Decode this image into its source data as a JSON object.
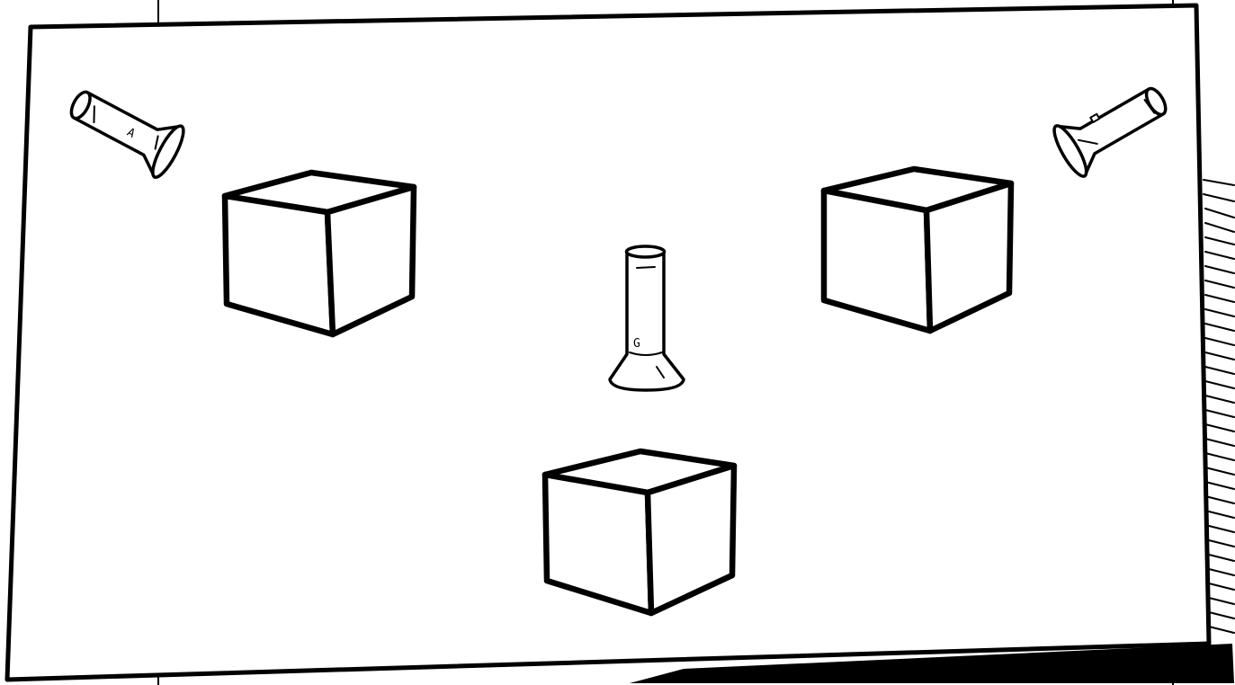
{
  "scene": {
    "style": "hand-drawn ink sketch",
    "background_color": "#ffffff",
    "ink_color": "#000000",
    "objects": [
      {
        "kind": "flashlight",
        "letter": "A",
        "icon": "flashlight-icon"
      },
      {
        "kind": "flashlight",
        "letter": "",
        "icon": "flashlight-icon"
      },
      {
        "kind": "flashlight",
        "letter": "G",
        "icon": "flashlight-icon"
      },
      {
        "kind": "cube",
        "icon": "cube-icon"
      },
      {
        "kind": "cube",
        "icon": "cube-icon"
      },
      {
        "kind": "cube",
        "icon": "cube-icon"
      }
    ]
  },
  "labels": {
    "flashlight_left": "A",
    "flashlight_right": "",
    "flashlight_center": "G"
  }
}
